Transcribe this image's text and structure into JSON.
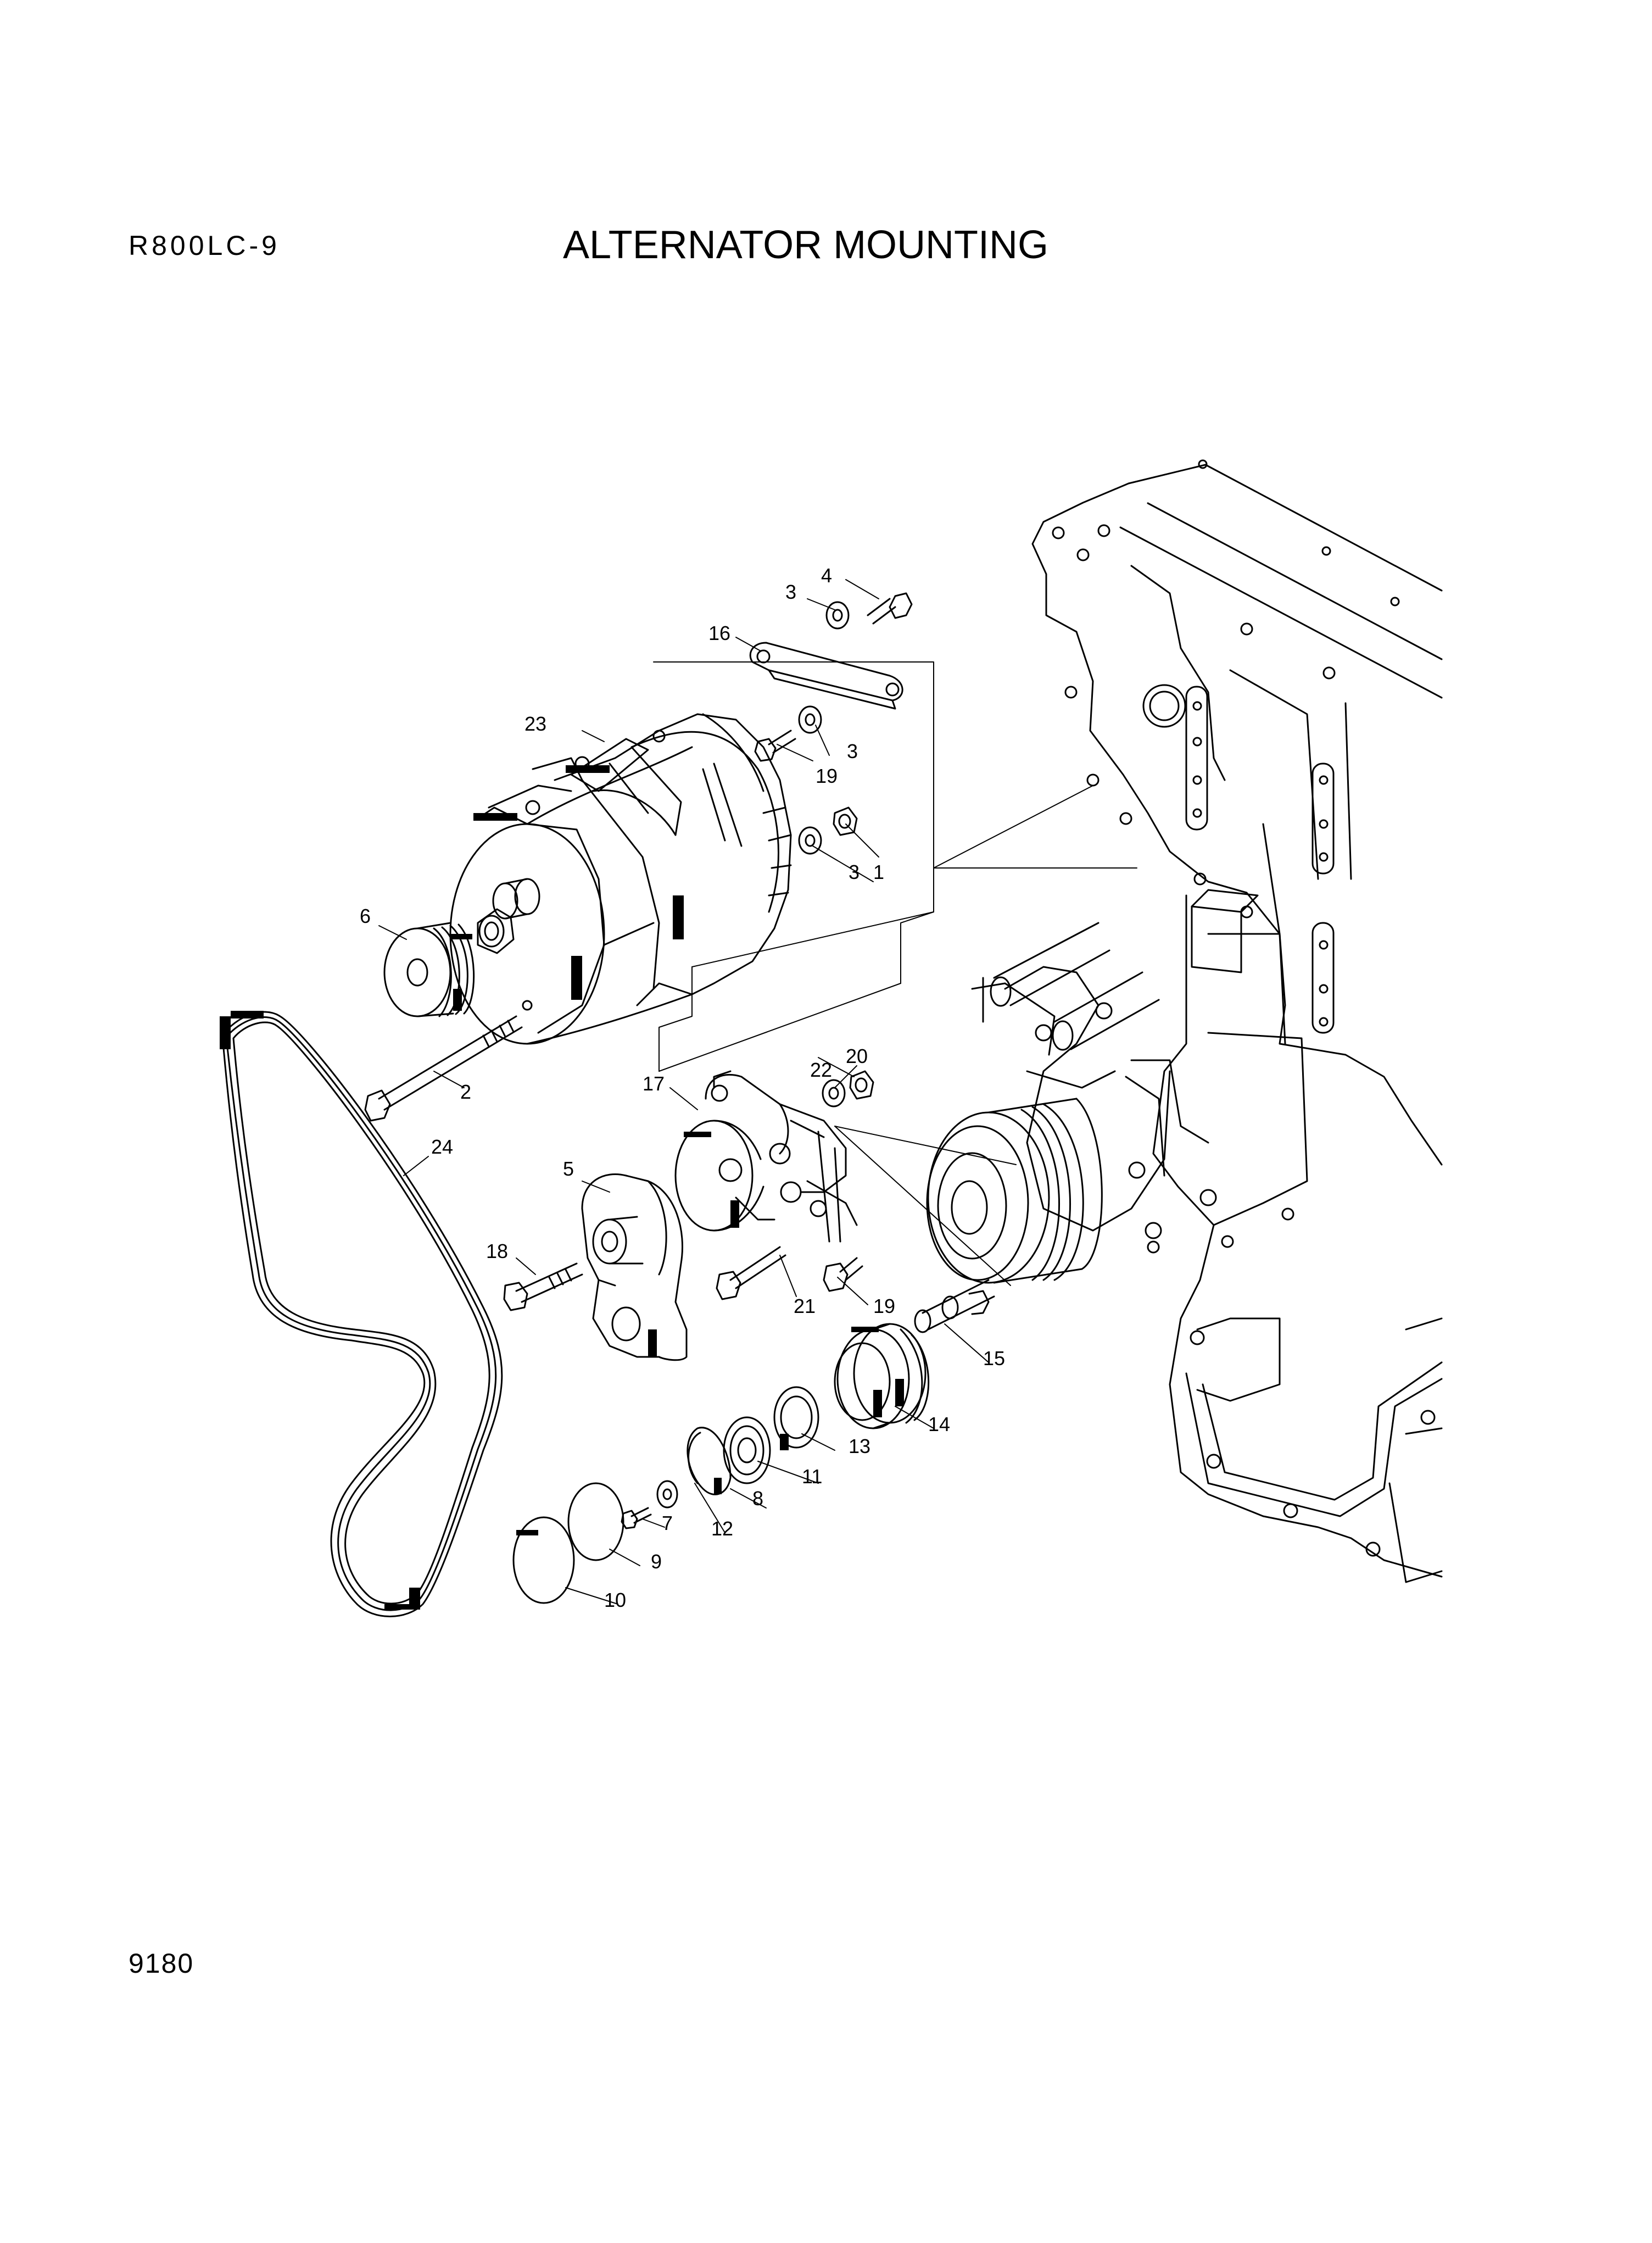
{
  "header": {
    "model": "R800LC-9",
    "title": "ALTERNATOR MOUNTING"
  },
  "footer": {
    "page_number": "9180"
  },
  "callouts": [
    {
      "label": "1"
    },
    {
      "label": "2"
    },
    {
      "label": "3"
    },
    {
      "label": "3"
    },
    {
      "label": "3"
    },
    {
      "label": "4"
    },
    {
      "label": "5"
    },
    {
      "label": "6"
    },
    {
      "label": "7"
    },
    {
      "label": "8"
    },
    {
      "label": "9"
    },
    {
      "label": "10"
    },
    {
      "label": "11"
    },
    {
      "label": "12"
    },
    {
      "label": "13"
    },
    {
      "label": "14"
    },
    {
      "label": "15"
    },
    {
      "label": "16"
    },
    {
      "label": "17"
    },
    {
      "label": "18"
    },
    {
      "label": "19"
    },
    {
      "label": "19"
    },
    {
      "label": "20"
    },
    {
      "label": "21"
    },
    {
      "label": "22"
    },
    {
      "label": "23"
    },
    {
      "label": "24"
    }
  ]
}
